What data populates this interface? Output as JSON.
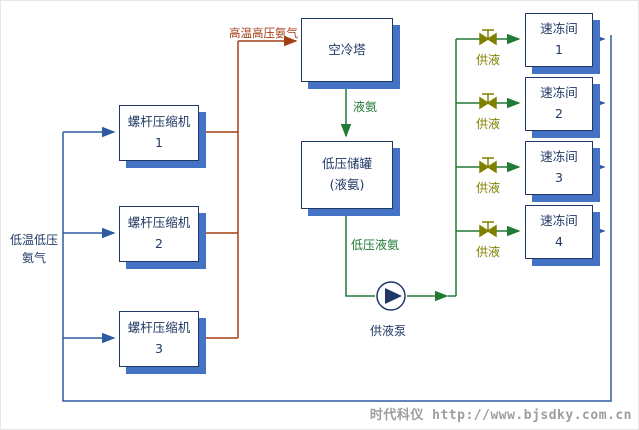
{
  "colors": {
    "box_border": "#1F3864",
    "box_shadow": "#4472C4",
    "pipe_blue": "#2E5B9F",
    "pipe_red": "#A33E14",
    "pipe_green": "#217A36",
    "valve_olive": "#808000",
    "watermark_gray": "#9E9E9E"
  },
  "boxes": {
    "cooling_tower": "空冷塔",
    "tank_line1": "低压储罐",
    "tank_line2": "(液氨)",
    "compressors": [
      {
        "name": "螺杆压缩机",
        "num": "1"
      },
      {
        "name": "螺杆压缩机",
        "num": "2"
      },
      {
        "name": "螺杆压缩机",
        "num": "3"
      }
    ],
    "freezers": [
      {
        "name": "速冻间",
        "num": "1"
      },
      {
        "name": "速冻间",
        "num": "2"
      },
      {
        "name": "速冻间",
        "num": "3"
      },
      {
        "name": "速冻间",
        "num": "4"
      }
    ]
  },
  "pipe_labels": {
    "hot_gas": "高温高压氨气",
    "liquid_ammonia": "液氨",
    "low_pressure_liquid": "低压液氨",
    "pump": "供液泵",
    "supply": "供液",
    "cold_gas_line1": "低温低压",
    "cold_gas_line2": "氨气"
  },
  "watermark": "时代科仪 http://www.bjsdky.com.cn"
}
